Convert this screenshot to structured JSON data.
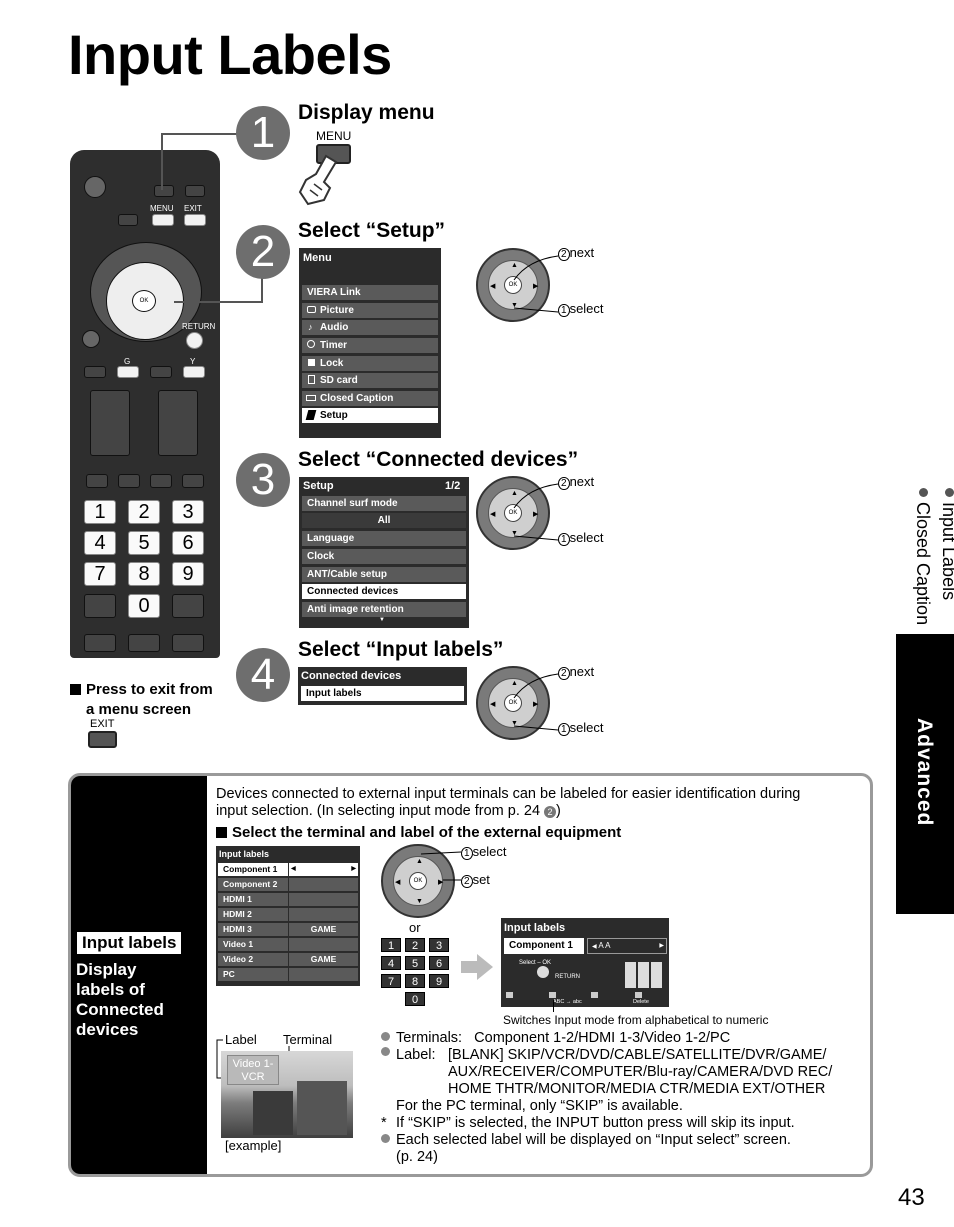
{
  "title": "Input Labels",
  "page_number": "43",
  "side_tab": {
    "item1": "Input Labels",
    "item2": "Closed Caption",
    "section": "Advanced"
  },
  "remote": {
    "menu": "MENU",
    "exit": "EXIT",
    "return": "RETURN",
    "g": "G",
    "y": "Y",
    "ok": "OK",
    "digits": [
      "1",
      "2",
      "3",
      "4",
      "5",
      "6",
      "7",
      "8",
      "9",
      "0"
    ]
  },
  "exit_note": {
    "line1": "Press to exit from",
    "line2": "a menu screen",
    "button": "EXIT"
  },
  "steps": [
    {
      "num": "1",
      "title": "Display menu",
      "button": "MENU"
    },
    {
      "num": "2",
      "title": "Select “Setup”"
    },
    {
      "num": "3",
      "title": "Select “Connected devices”"
    },
    {
      "num": "4",
      "title": "Select “Input labels”"
    }
  ],
  "nav": {
    "next": "next",
    "select": "select",
    "set": "set",
    "ok": "OK",
    "n1": "1",
    "n2": "2"
  },
  "menu_osd": {
    "header": "Menu",
    "items": [
      "VIERA Link",
      "Picture",
      "Audio",
      "Timer",
      "Lock",
      "SD card",
      "Closed Caption",
      "Setup"
    ]
  },
  "setup_osd": {
    "header": "Setup",
    "page": "1/2",
    "items": [
      "Channel surf mode",
      "All",
      "Language",
      "Clock",
      "ANT/Cable setup",
      "Connected devices",
      "Anti image retention"
    ]
  },
  "connected_osd": {
    "header": "Connected devices",
    "items": [
      "Input labels"
    ]
  },
  "panel": {
    "tag": "Input labels",
    "desc": [
      "Display",
      "labels of",
      "Connected",
      "devices"
    ],
    "intro1": "Devices connected to external input terminals can be labeled for easier identification during",
    "intro2": "input selection. (In selecting input mode from p. 24",
    "intro_ref": "2",
    "intro_end": ")",
    "subhead": "Select the terminal and label of the external equipment",
    "table_header": "Input labels",
    "table_rows": [
      {
        "name": "Component 1",
        "label": ""
      },
      {
        "name": "Component 2",
        "label": ""
      },
      {
        "name": "HDMI 1",
        "label": ""
      },
      {
        "name": "HDMI 2",
        "label": ""
      },
      {
        "name": "HDMI 3",
        "label": "GAME"
      },
      {
        "name": "Video 1",
        "label": ""
      },
      {
        "name": "Video 2",
        "label": "GAME"
      },
      {
        "name": "PC",
        "label": ""
      }
    ],
    "or": "or",
    "keys": [
      "1",
      "2",
      "3",
      "4",
      "5",
      "6",
      "7",
      "8",
      "9",
      "0"
    ],
    "edit_header": "Input labels",
    "edit_name": "Component 1",
    "edit_value": "A A",
    "edit_select": "Select",
    "edit_ok": "OK",
    "edit_return": "RETURN",
    "edit_abc": "ABC → abc",
    "edit_delete": "Delete",
    "switch_note": "Switches Input mode from alphabetical to numeric",
    "example_label": "Label",
    "example_terminal": "Terminal",
    "example_tv_text1": "Video 1-",
    "example_tv_text2": "VCR",
    "example_caption": "[example]",
    "terminals_label": "Terminals:",
    "terminals_value": "Component 1-2/HDMI 1-3/Video 1-2/PC",
    "label_label": "Label:",
    "label_value1": "[BLANK] SKIP/VCR/DVD/CABLE/SATELLITE/DVR/GAME/",
    "label_value2": "AUX/RECEIVER/COMPUTER/Blu-ray/CAMERA/DVD REC/",
    "label_value3": "HOME THTR/MONITOR/MEDIA CTR/MEDIA EXT/OTHER",
    "pc_note": "For the PC terminal, only “SKIP” is available.",
    "skip_note": "If “SKIP” is selected, the INPUT button press will skip its input.",
    "display_note1": "Each selected label will be displayed on “Input select” screen.",
    "display_note2": "(p. 24)"
  }
}
